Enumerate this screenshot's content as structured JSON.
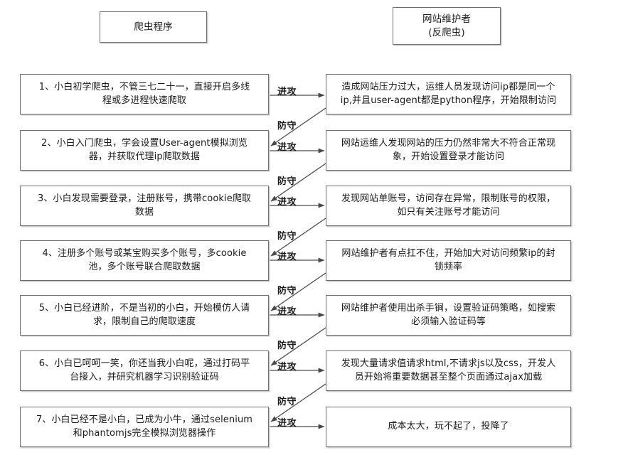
{
  "diagram": {
    "title_left": "爬虫程序",
    "title_right_line1": "网站维护者",
    "title_right_line2": "(反爬虫)",
    "attack_label": "进攻",
    "defend_label": "防守",
    "line_color": "#4a4a4a",
    "box_border_color": "#6f6f6f",
    "background_color": "#ffffff"
  },
  "headers": [
    {
      "id": "crawler-header",
      "text": "爬虫程序"
    },
    {
      "id": "defender-header",
      "text": "网站维护者\n(反爬虫)"
    }
  ],
  "left_nodes": [
    {
      "step": 1,
      "text": "1、小白初学爬虫，不管三七二十一，直接开启多线\n程或多进程快速爬取"
    },
    {
      "step": 2,
      "text": "2、小白入门爬虫，学会设置User-agent模拟浏览\n器，并获取代理ip爬取数据"
    },
    {
      "step": 3,
      "text": "3、小白发现需要登录，注册账号，携带cookie爬取\n数据"
    },
    {
      "step": 4,
      "text": "4、注册多个账号或某宝购买多个账号，多cookie\n池，多个账号联合爬取数据"
    },
    {
      "step": 5,
      "text": "5、小白已经进阶，不是当初的小白，开始模仿人请\n求，限制自己的爬取速度"
    },
    {
      "step": 6,
      "text": "6、小白已呵呵一笑，你还当我小白呢，通过打码平\n台接入，并研究机器学习识别验证码"
    },
    {
      "step": 7,
      "text": "7、小白已经不是小白，已成为小牛，通过selenium\n和phantomjs完全模拟浏览器操作"
    }
  ],
  "right_nodes": [
    {
      "step": 1,
      "text": "造成网站压力过大，运维人员发现访问ip都是同一个\nip,并且user-agent都是python程序，开始限制访问"
    },
    {
      "step": 2,
      "text": "网站运维人发现网站的压力仍然非常大不符合正常现\n象，开始设置登录才能访问"
    },
    {
      "step": 3,
      "text": "发现网站单账号，访问存在异常，限制账号的权限，\n如只有关注账号才能访问"
    },
    {
      "step": 4,
      "text": "网站维护者有点扛不住，开始加大对访问频繁ip的封\n锁频率"
    },
    {
      "step": 5,
      "text": "网站维护者使用出杀手锏，设置验证码策略，如搜索\n必须输入验证码等"
    },
    {
      "step": 6,
      "text": "发现大量请求值请求html,不请求js以及css，开发人\n员开始将重要数据甚至整个页面通过ajax加载"
    },
    {
      "step": 7,
      "text": "成本太大，玩不起了，投降了"
    }
  ],
  "attack_edges": [
    {
      "from_step": 1,
      "label": "进攻"
    },
    {
      "from_step": 2,
      "label": "进攻"
    },
    {
      "from_step": 3,
      "label": "进攻"
    },
    {
      "from_step": 4,
      "label": "进攻"
    },
    {
      "from_step": 5,
      "label": "进攻"
    },
    {
      "from_step": 6,
      "label": "进攻"
    },
    {
      "from_step": 7,
      "label": "进攻"
    }
  ],
  "defend_edges": [
    {
      "from_step": 1,
      "to_step": 2,
      "label": "防守"
    },
    {
      "from_step": 2,
      "to_step": 3,
      "label": "防守"
    },
    {
      "from_step": 3,
      "to_step": 4,
      "label": "防守"
    },
    {
      "from_step": 4,
      "to_step": 5,
      "label": "防守"
    },
    {
      "from_step": 5,
      "to_step": 6,
      "label": "防守"
    },
    {
      "from_step": 6,
      "to_step": 7,
      "label": "防守"
    }
  ]
}
